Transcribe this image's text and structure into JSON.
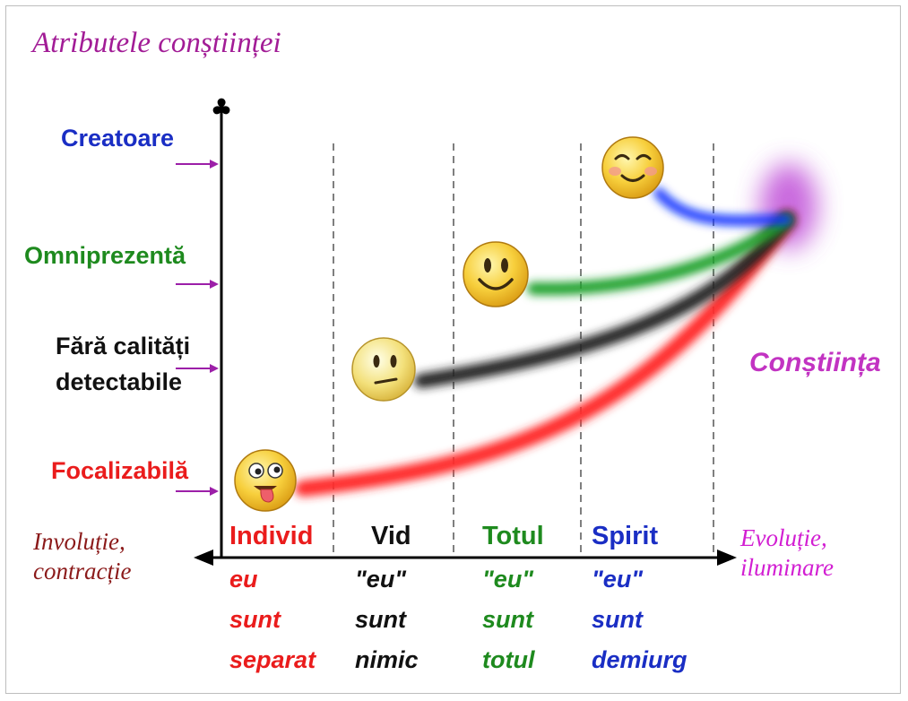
{
  "title": "Atributele conștiinței",
  "y_axis": {
    "label_1": "Creatoare",
    "label_2": "Omniprezentă",
    "label_3_line1": "Fără calități",
    "label_3_line2": "detectabile",
    "label_4": "Focalizabilă"
  },
  "left_side": {
    "line1": "Involuție,",
    "line2": "contracție"
  },
  "right_side": {
    "line1": "Evoluție,",
    "line2": "iluminare"
  },
  "target_label": "Conștiința",
  "stages": [
    {
      "name": "Individ",
      "phrase": [
        "eu",
        "sunt",
        "separat"
      ],
      "color": "#ea1c1c"
    },
    {
      "name": "Vid",
      "phrase": [
        "\"eu\"",
        "sunt",
        "nimic"
      ],
      "color": "#111111"
    },
    {
      "name": "Totul",
      "phrase": [
        "\"eu\"",
        "sunt",
        "totul"
      ],
      "color": "#1e8a1e"
    },
    {
      "name": "Spirit",
      "phrase": [
        "\"eu\"",
        "sunt",
        "demiurg"
      ],
      "color": "#1a2ec4"
    }
  ],
  "emoji_faces": [
    "crazy-tongue-face-icon",
    "confused-face-icon",
    "smiling-face-icon",
    "blushing-smile-face-icon"
  ],
  "axis_top_symbol": "♣"
}
